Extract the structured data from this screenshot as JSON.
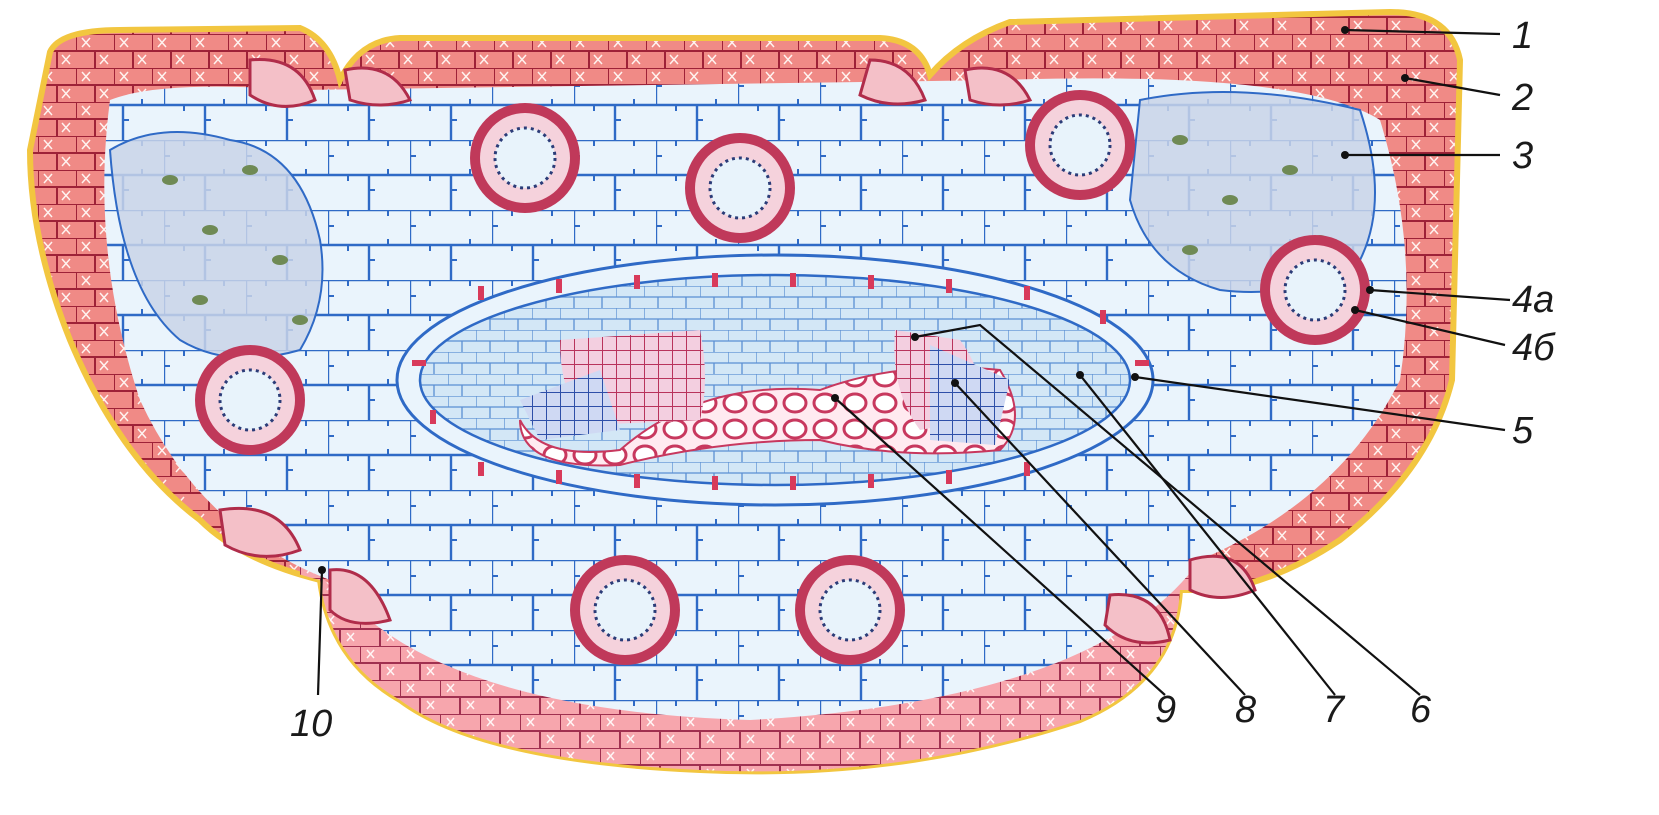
{
  "labels": {
    "l1": "1",
    "l2": "2",
    "l3": "3",
    "l4a": "4a",
    "l4b": "4б",
    "l5": "5",
    "l6": "6",
    "l7": "7",
    "l8": "8",
    "l9": "9",
    "l10": "10"
  },
  "colors": {
    "epidermis": "#f27f7a",
    "epidermis_dark": "#c9384a",
    "parenchyma": "#e9f3fb",
    "cell_wall": "#2e68c7",
    "chloroplast": "#6f8a55",
    "endodermis": "#d83a5a",
    "xylem": "#c0395a",
    "phloem": "#4a6fc9",
    "outline": "#f0c030"
  }
}
